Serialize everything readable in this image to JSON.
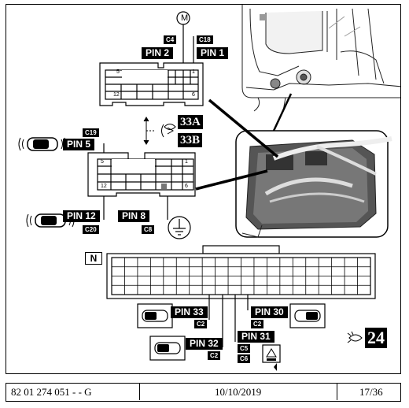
{
  "top_connector": {
    "motor_symbol": "M",
    "pins": [
      {
        "label": "PIN 2",
        "code": "C4"
      },
      {
        "label": "PIN 1",
        "code": "C18"
      }
    ],
    "corner_numbers": [
      "5",
      "1",
      "12",
      "6"
    ]
  },
  "view_labels": [
    "33A",
    "33B"
  ],
  "left_connector": {
    "pins": [
      {
        "label": "PIN 5",
        "code": "C19"
      },
      {
        "label": "PIN 12",
        "code": "C20"
      },
      {
        "label": "PIN 8",
        "code": "C8"
      }
    ],
    "corner_numbers": [
      "5",
      "1",
      "12",
      "6"
    ]
  },
  "bottom_connector": {
    "tag": "N",
    "pins": [
      {
        "label": "PIN 33",
        "code": "C2"
      },
      {
        "label": "PIN 32",
        "code": "C2"
      },
      {
        "label": "PIN 31",
        "code": "C5",
        "code2": "C6"
      },
      {
        "label": "PIN 30",
        "code": "C2"
      }
    ]
  },
  "page_ref": "24",
  "footer": {
    "doc_number": "82 01 274 051  - - G",
    "date": "10/10/2019",
    "page": "17/36"
  }
}
